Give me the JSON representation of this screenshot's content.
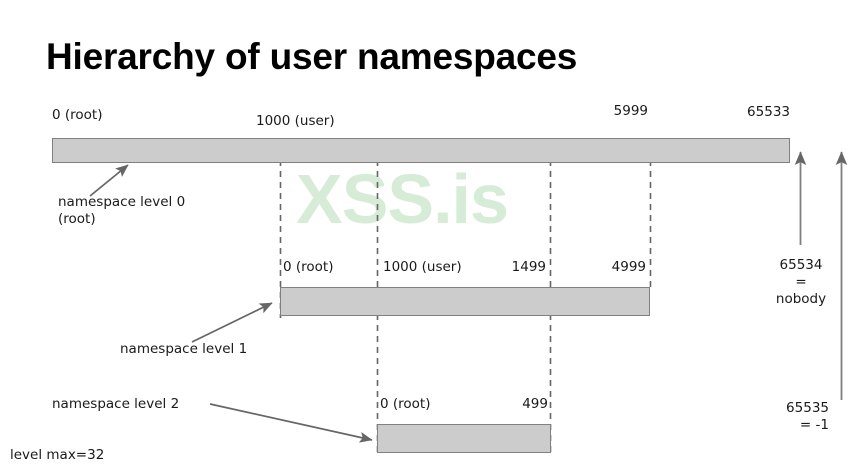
{
  "page": {
    "title": "Hierarchy of user namespaces",
    "watermark": "XSS.is",
    "background_color": "#ffffff",
    "bar_fill_color": "#cccccc",
    "bar_stroke_color": "#808080",
    "dash_color": "#666666",
    "arrow_color": "#666666",
    "watermark_color": "#d6ecd6",
    "footer_note": "level max=32"
  },
  "levels": [
    {
      "name": "namespace level 0",
      "annotation_line1": "namespace level 0",
      "annotation_line2": "(root)",
      "ticks": [
        {
          "label": "0 (root)",
          "value": 0
        },
        {
          "label": "1000 (user)",
          "value": 1000
        },
        {
          "label": "5999",
          "value": 5999
        },
        {
          "label": "65533",
          "value": 65533
        }
      ]
    },
    {
      "name": "namespace level 1",
      "annotation_line1": "namespace level 1",
      "annotation_line2": "",
      "ticks": [
        {
          "label": "0 (root)",
          "value": 0
        },
        {
          "label": "1000 (user)",
          "value": 1000
        },
        {
          "label": "1499",
          "value": 1499
        },
        {
          "label": "4999",
          "value": 4999
        }
      ]
    },
    {
      "name": "namespace level 2",
      "annotation_line1": "namespace level 2",
      "annotation_line2": "",
      "ticks": [
        {
          "label": "0 (root)",
          "value": 0
        },
        {
          "label": "499",
          "value": 499
        }
      ]
    }
  ],
  "special_ids": [
    {
      "line1": "65534",
      "line2": "=",
      "line3": "nobody"
    },
    {
      "line1": "65535",
      "line2": "= -1",
      "line3": ""
    }
  ]
}
